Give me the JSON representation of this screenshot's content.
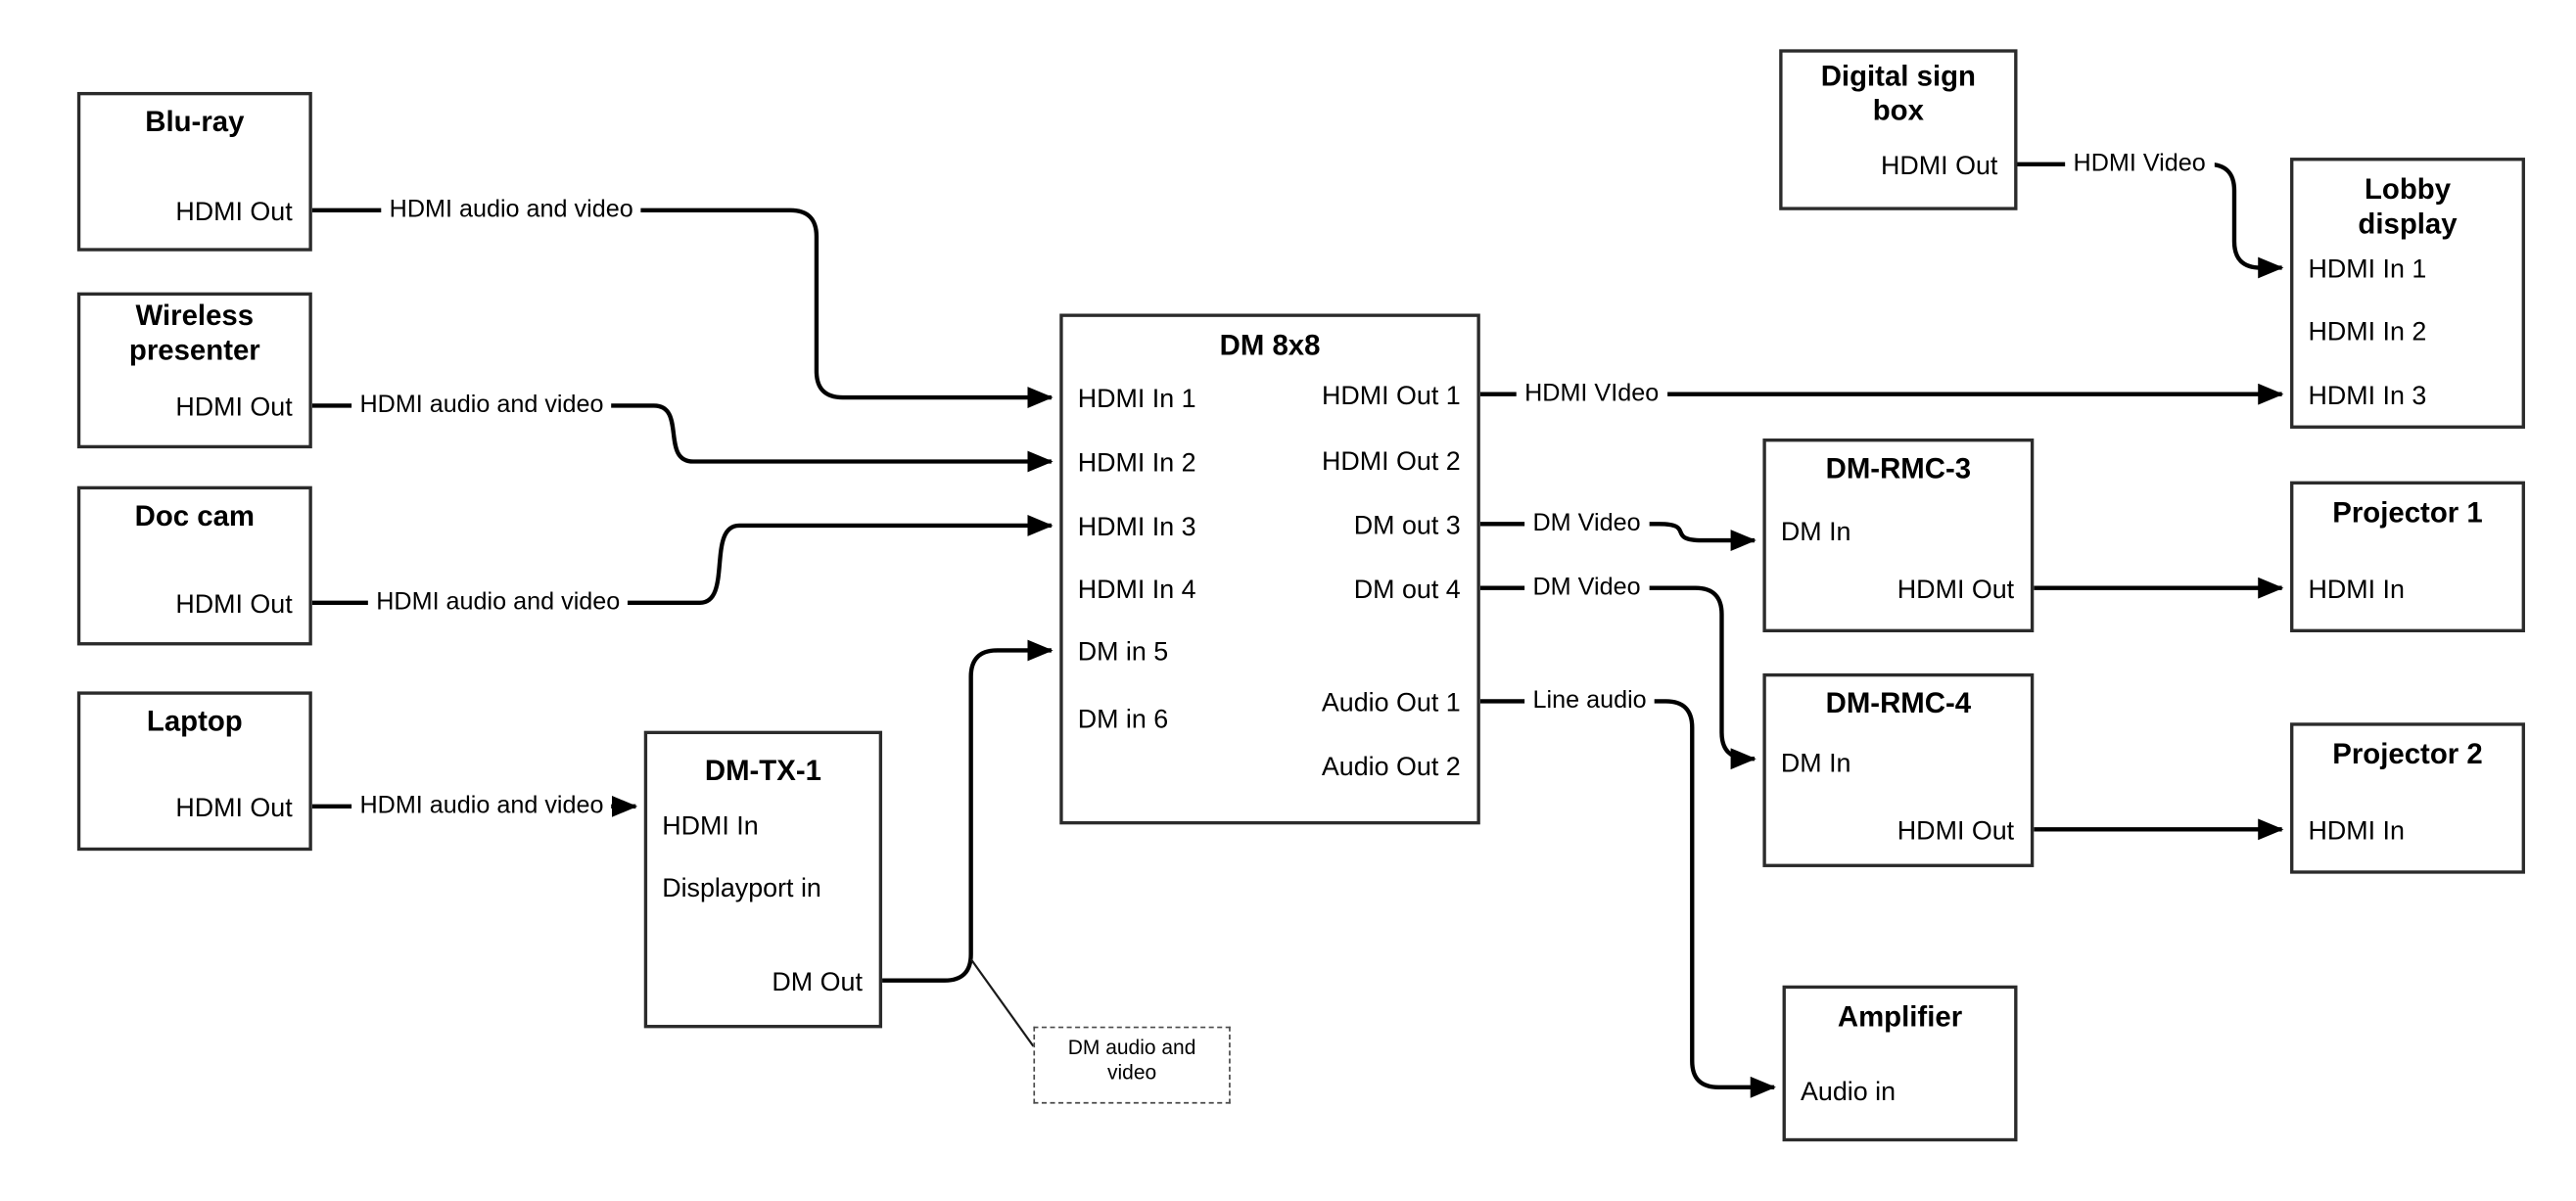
{
  "nodes": {
    "bluray": {
      "title": "Blu-ray",
      "ports": {
        "hdmi_out": "HDMI Out"
      }
    },
    "wireless": {
      "title": "Wireless\npresenter",
      "ports": {
        "hdmi_out": "HDMI Out"
      }
    },
    "doccam": {
      "title": "Doc cam",
      "ports": {
        "hdmi_out": "HDMI Out"
      }
    },
    "laptop": {
      "title": "Laptop",
      "ports": {
        "hdmi_out": "HDMI Out"
      }
    },
    "dmtx1": {
      "title": "DM-TX-1",
      "ports": {
        "hdmi_in": "HDMI In",
        "displayport_in": "Displayport in",
        "dm_out": "DM Out"
      }
    },
    "dm8x8": {
      "title": "DM 8x8",
      "ports": {
        "hdmi_in_1": "HDMI In 1",
        "hdmi_in_2": "HDMI In 2",
        "hdmi_in_3": "HDMI In 3",
        "hdmi_in_4": "HDMI In 4",
        "dm_in_5": "DM in 5",
        "dm_in_6": "DM in 6",
        "hdmi_out_1": "HDMI Out 1",
        "hdmi_out_2": "HDMI Out 2",
        "dm_out_3": "DM out 3",
        "dm_out_4": "DM out 4",
        "audio_out_1": "Audio Out 1",
        "audio_out_2": "Audio Out 2"
      }
    },
    "digital_sign": {
      "title": "Digital sign\nbox",
      "ports": {
        "hdmi_out": "HDMI Out"
      }
    },
    "lobby": {
      "title": "Lobby\ndisplay",
      "ports": {
        "hdmi_in_1": "HDMI In 1",
        "hdmi_in_2": "HDMI In 2",
        "hdmi_in_3": "HDMI In 3"
      }
    },
    "rmc3": {
      "title": "DM-RMC-3",
      "ports": {
        "dm_in": "DM In",
        "hdmi_out": "HDMI Out"
      }
    },
    "proj1": {
      "title": "Projector 1",
      "ports": {
        "hdmi_in": "HDMI In"
      }
    },
    "rmc4": {
      "title": "DM-RMC-4",
      "ports": {
        "dm_in": "DM In",
        "hdmi_out": "HDMI Out"
      }
    },
    "proj2": {
      "title": "Projector 2",
      "ports": {
        "hdmi_in": "HDMI In"
      }
    },
    "amplifier": {
      "title": "Amplifier",
      "ports": {
        "audio_in": "Audio in"
      }
    },
    "note": {
      "text": "DM audio and\nvideo"
    }
  },
  "edge_labels": {
    "bluray_to_dm8x8": "HDMI audio and video",
    "wireless_to_dm8x8": "HDMI audio and video",
    "doccam_to_dm8x8": "HDMI audio and video",
    "laptop_to_dmtx1": "HDMI audio and video",
    "dm8x8_out1_to_lobby": "HDMI VIdeo",
    "dm8x8_out3_to_rmc3": "DM Video",
    "dm8x8_out4_to_rmc4": "DM Video",
    "dm8x8_audio1_to_amp": "Line audio",
    "digital_sign_to_lobby": "HDMI Video"
  },
  "colors": {
    "line": "#000000",
    "box_border": "#2b2b2b",
    "background": "#ffffff",
    "text": "#000000"
  }
}
